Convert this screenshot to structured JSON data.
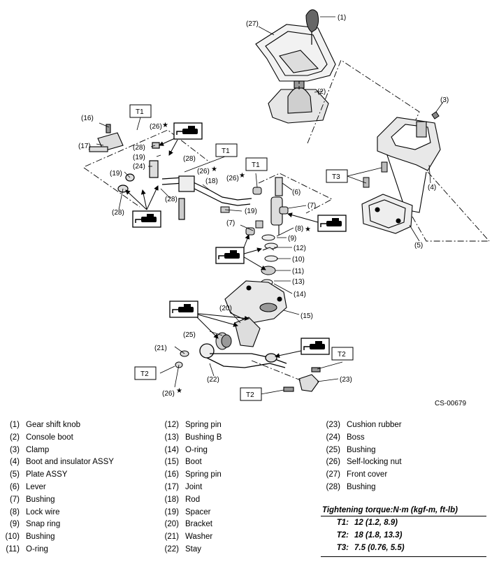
{
  "figure_code": "CS-00679",
  "callouts": {
    "c1": "(1)",
    "c2": "(2)",
    "c3": "(3)",
    "c4": "(4)",
    "c5": "(5)",
    "c6": "(6)",
    "c7": "(7)",
    "c8": "(8)",
    "c9": "(9)",
    "c10": "(10)",
    "c11": "(11)",
    "c12": "(12)",
    "c13": "(13)",
    "c14": "(14)",
    "c15": "(15)",
    "c16": "(16)",
    "c17": "(17)",
    "c18": "(18)",
    "c19": "(19)",
    "c20": "(20)",
    "c21": "(21)",
    "c22": "(22)",
    "c23": "(23)",
    "c24": "(24)",
    "c25": "(25)",
    "c26": "(26)",
    "c27": "(27)",
    "c28": "(28)"
  },
  "torque_tags": {
    "t1": "T1",
    "t2": "T2",
    "t3": "T3"
  },
  "star_symbol": "★",
  "grease_icon": "grease-gun-icon",
  "legend": {
    "col1": [
      {
        "num": "(1)",
        "name": "Gear shift knob"
      },
      {
        "num": "(2)",
        "name": "Console boot"
      },
      {
        "num": "(3)",
        "name": "Clamp"
      },
      {
        "num": "(4)",
        "name": "Boot and insulator ASSY"
      },
      {
        "num": "(5)",
        "name": "Plate ASSY"
      },
      {
        "num": "(6)",
        "name": "Lever"
      },
      {
        "num": "(7)",
        "name": "Bushing"
      },
      {
        "num": "(8)",
        "name": "Lock wire"
      },
      {
        "num": "(9)",
        "name": "Snap ring"
      },
      {
        "num": "(10)",
        "name": "Bushing"
      },
      {
        "num": "(11)",
        "name": "O-ring"
      }
    ],
    "col2": [
      {
        "num": "(12)",
        "name": "Spring pin"
      },
      {
        "num": "(13)",
        "name": "Bushing B"
      },
      {
        "num": "(14)",
        "name": "O-ring"
      },
      {
        "num": "(15)",
        "name": "Boot"
      },
      {
        "num": "(16)",
        "name": "Spring pin"
      },
      {
        "num": "(17)",
        "name": "Joint"
      },
      {
        "num": "(18)",
        "name": "Rod"
      },
      {
        "num": "(19)",
        "name": "Spacer"
      },
      {
        "num": "(20)",
        "name": "Bracket"
      },
      {
        "num": "(21)",
        "name": "Washer"
      },
      {
        "num": "(22)",
        "name": "Stay"
      }
    ],
    "col3": [
      {
        "num": "(23)",
        "name": "Cushion rubber"
      },
      {
        "num": "(24)",
        "name": "Boss"
      },
      {
        "num": "(25)",
        "name": "Bushing"
      },
      {
        "num": "(26)",
        "name": "Self-locking nut"
      },
      {
        "num": "(27)",
        "name": "Front cover"
      },
      {
        "num": "(28)",
        "name": "Bushing"
      }
    ]
  },
  "torque_table": {
    "title": "Tightening torque:N·m (kgf-m, ft-lb)",
    "rows": [
      {
        "key": "T1:",
        "value": "12 (1.2, 8.9)"
      },
      {
        "key": "T2:",
        "value": "18 (1.8, 13.3)"
      },
      {
        "key": "T3:",
        "value": "7.5 (0.76, 5.5)"
      }
    ]
  }
}
